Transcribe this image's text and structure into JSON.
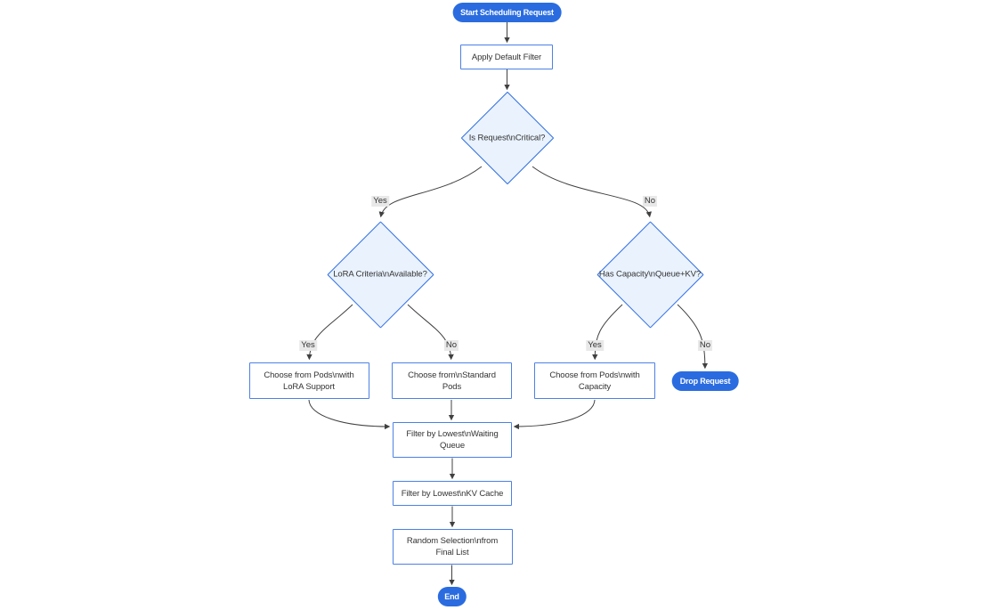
{
  "nodes": {
    "start": {
      "label": "Start Scheduling Request"
    },
    "apply_default_filter": {
      "label": "Apply Default Filter"
    },
    "is_request_critical": {
      "label": "Is Request\\nCritical?"
    },
    "lora_criteria_available": {
      "label": "LoRA Criteria\\nAvailable?"
    },
    "has_capacity_queue_kv": {
      "label": "Has Capacity\\nQueue+KV?"
    },
    "choose_pods_with_lora": {
      "line1": "Choose from Pods\\nwith",
      "line2": "LoRA Support"
    },
    "choose_standard_pods": {
      "line1": "Choose from\\nStandard",
      "line2": "Pods"
    },
    "choose_pods_with_capacity": {
      "line1": "Choose from Pods\\nwith",
      "line2": "Capacity"
    },
    "drop_request": {
      "label": "Drop Request"
    },
    "filter_waiting_queue": {
      "line1": "Filter by Lowest\\nWaiting",
      "line2": "Queue"
    },
    "filter_kv_cache": {
      "label": "Filter by Lowest\\nKV Cache"
    },
    "random_selection": {
      "line1": "Random Selection\\nfrom",
      "line2": "Final List"
    },
    "end": {
      "label": "End"
    }
  },
  "edge_labels": {
    "critical_yes": "Yes",
    "critical_no": "No",
    "lora_yes": "Yes",
    "lora_no": "No",
    "capacity_yes": "Yes",
    "capacity_no": "No"
  },
  "colors": {
    "accent_blue": "#2a6ce0",
    "rect_border": "#4d80e4",
    "diamond_border": "#2f6ee3",
    "diamond_fill": "#e9f2fd",
    "text": "#333333",
    "edge_line": "#404040",
    "edge_label_bg": "#e8e8e8"
  }
}
